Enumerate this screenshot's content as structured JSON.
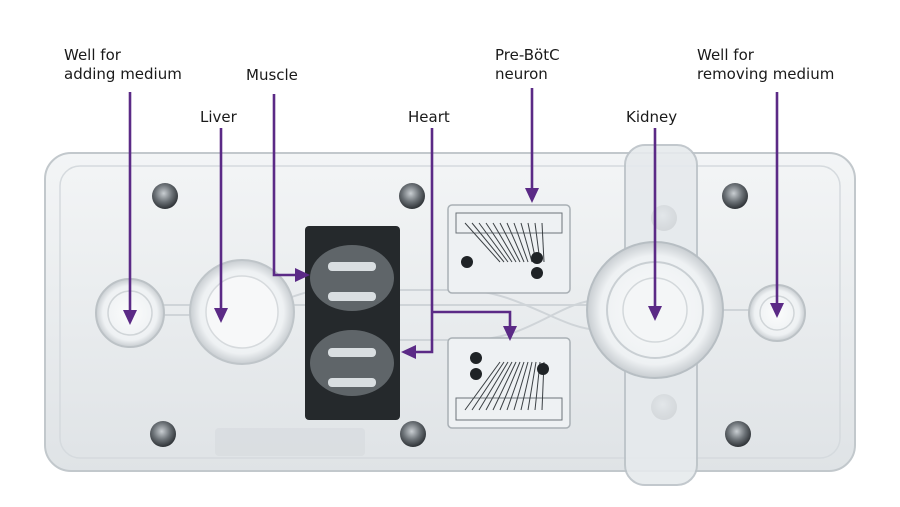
{
  "labels": {
    "well_adding": [
      "Well for",
      "adding medium"
    ],
    "muscle": "Muscle",
    "liver": "Liver",
    "heart": "Heart",
    "prebotc": [
      "Pre-BötC",
      "neuron"
    ],
    "kidney": "Kidney",
    "well_removing": [
      "Well for",
      "removing medium"
    ]
  },
  "colors": {
    "arrow": "#5b2a86",
    "device_body": "#e9ecee",
    "muscle_block": "#25292c"
  }
}
